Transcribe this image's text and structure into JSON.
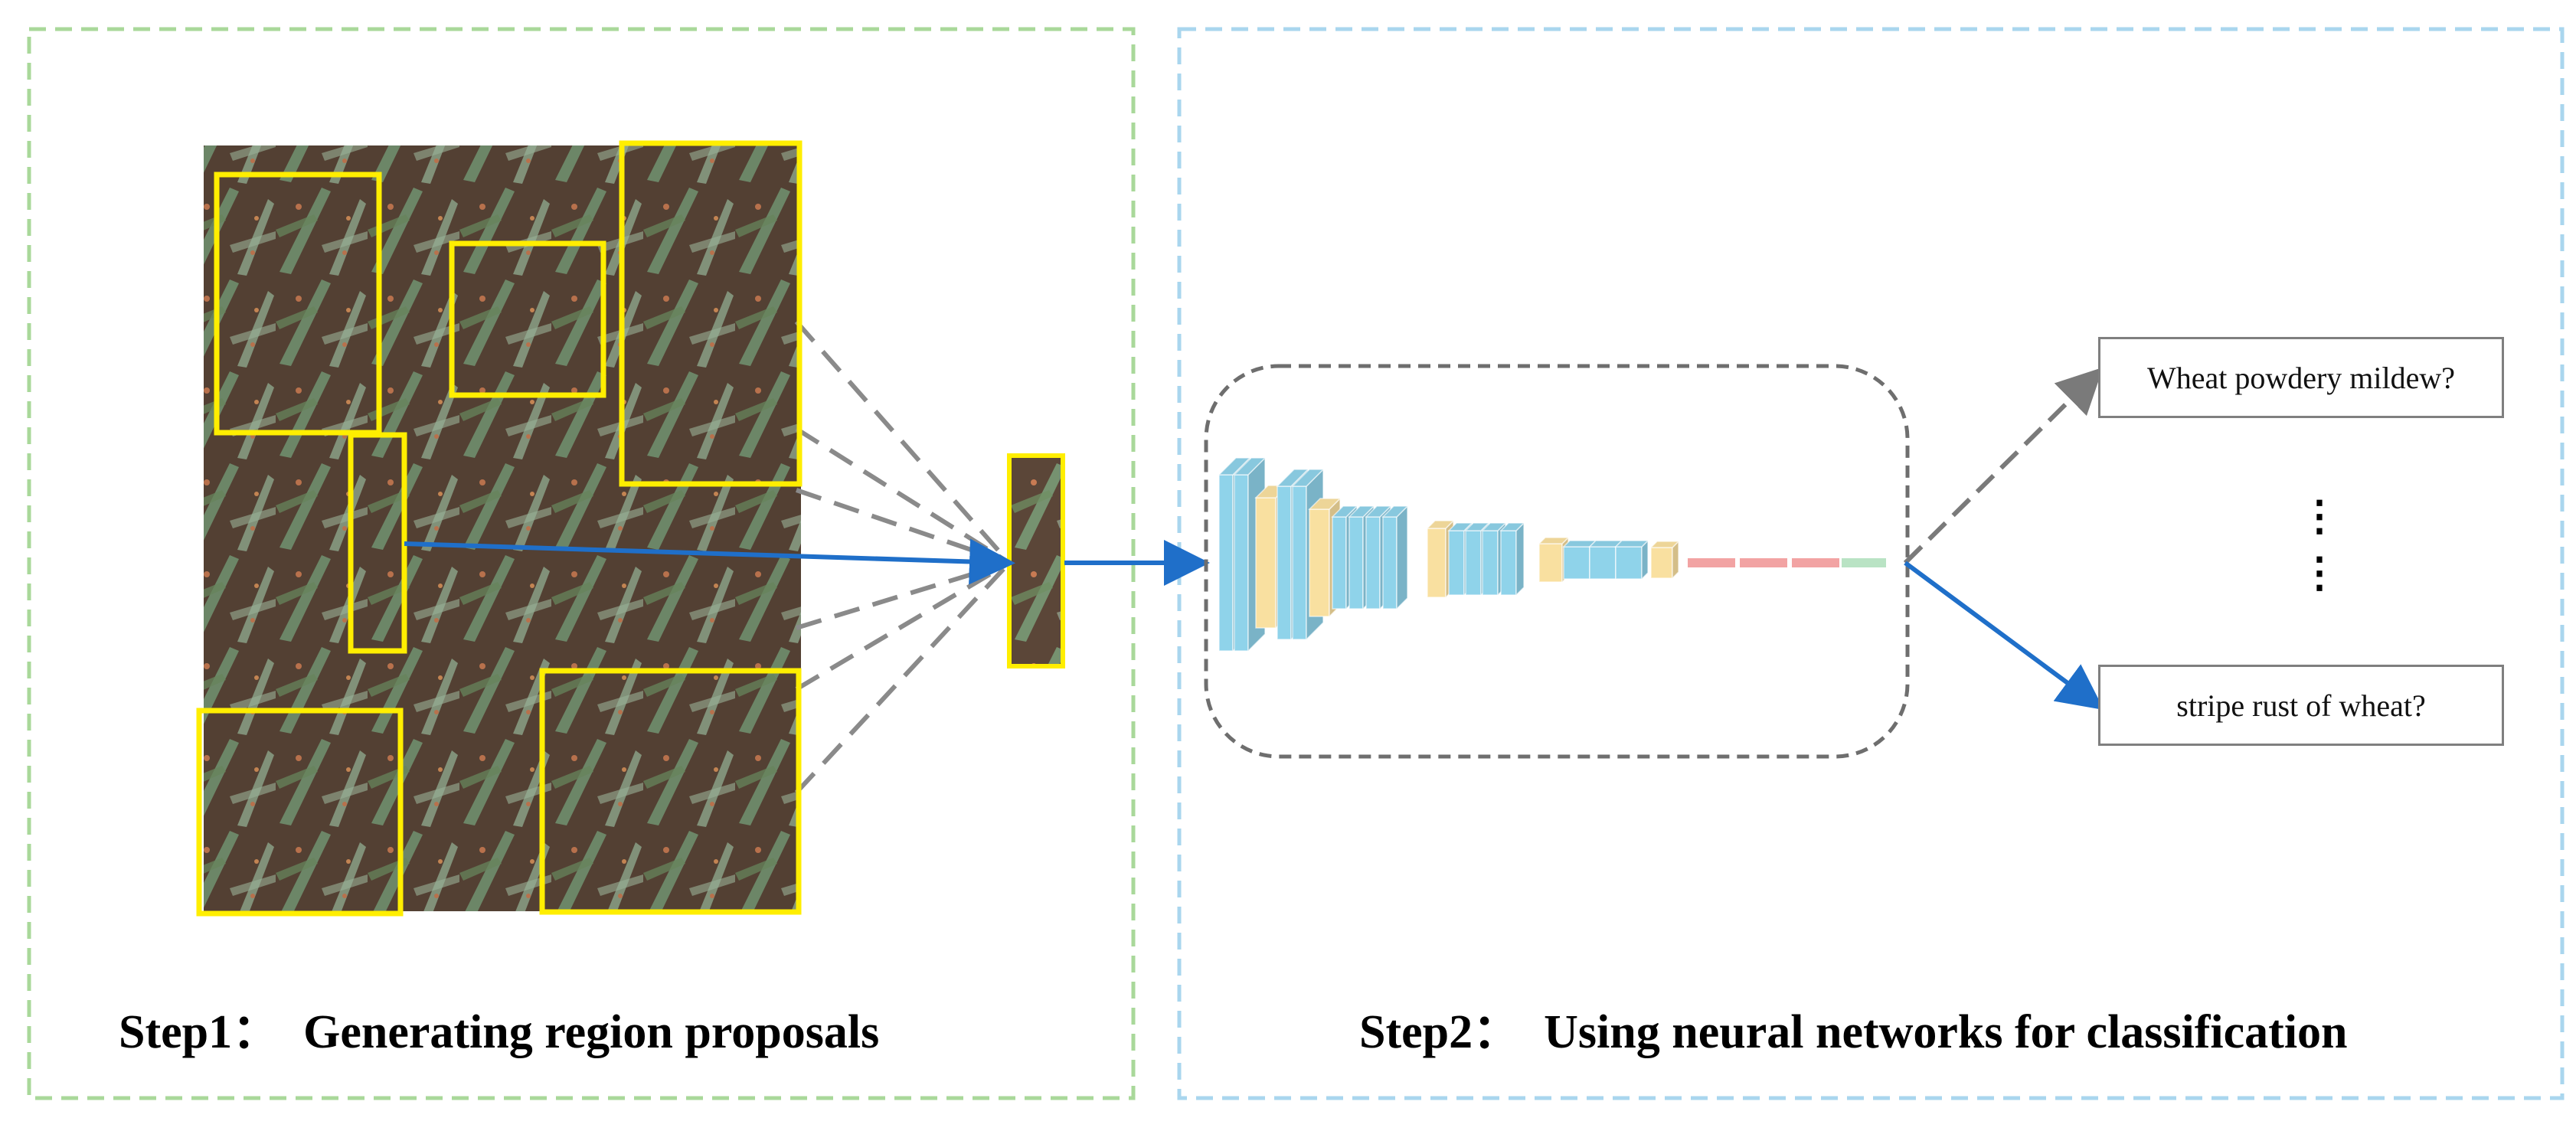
{
  "step1": {
    "title": "Step1：  Generating region proposals",
    "panel_border_color": "#a9d89a"
  },
  "step2": {
    "title": "Step2：  Using neural networks for classification",
    "panel_border_color": "#a9d6ee"
  },
  "proposals": {
    "box_color": "#ffee00",
    "dashed_line_color": "#8a8a8a",
    "selected_arrow_color": "#1f6fc9"
  },
  "network": {
    "conv_color": "#8fd3ea",
    "pool_color": "#f9e0a0",
    "fc_color": "#f2a3a3",
    "output_color": "#b9e3c4",
    "container_border_color": "#6e6e6e"
  },
  "outputs": {
    "class_1": "Wheat powdery mildew?",
    "class_2": "stripe rust of wheat?",
    "ellipsis_1": "⋮",
    "ellipsis_2": "⋮"
  },
  "icons": [
    "wheat-field-photo",
    "arrow-icon",
    "cnn-layer-block"
  ]
}
